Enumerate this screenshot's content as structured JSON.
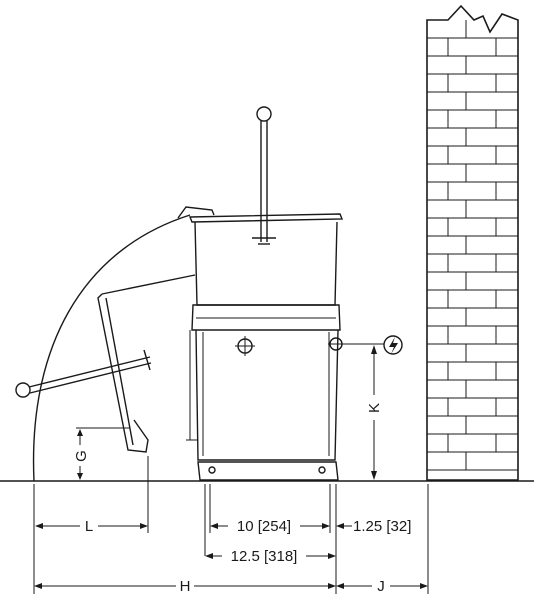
{
  "dimensions": {
    "L": "L",
    "G": "G",
    "H": "H",
    "J": "J",
    "K": "K",
    "d10": "10 [254]",
    "d125": "1.25 [32]",
    "d12_5": "12.5 [318]"
  },
  "icons": {
    "electrical": "lightning-bolt-in-circle"
  }
}
